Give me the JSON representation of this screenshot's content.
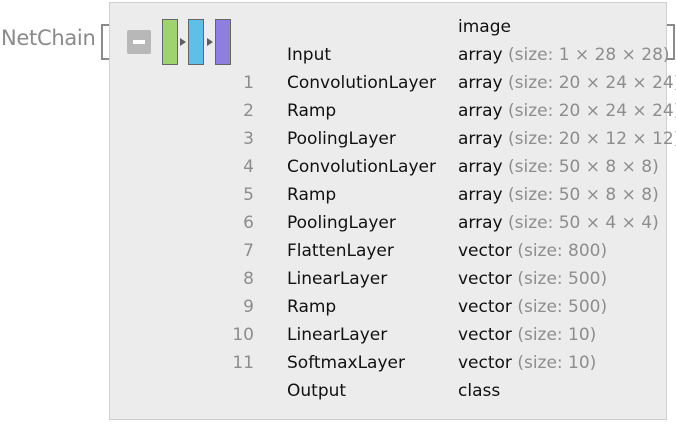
{
  "head": "NetChain",
  "palette": {
    "c1": "#9fd36f",
    "c2": "#5fbfe6",
    "c3": "#8e7ee0"
  },
  "header_row": {
    "type": "image"
  },
  "rows": [
    {
      "num": "",
      "name": "Input",
      "type": "array",
      "size": "(size: 1 × 28 × 28)"
    },
    {
      "num": "1",
      "name": "ConvolutionLayer",
      "type": "array",
      "size": "(size: 20 × 24 × 24)"
    },
    {
      "num": "2",
      "name": "Ramp",
      "type": "array",
      "size": "(size: 20 × 24 × 24)"
    },
    {
      "num": "3",
      "name": "PoolingLayer",
      "type": "array",
      "size": "(size: 20 × 12 × 12)"
    },
    {
      "num": "4",
      "name": "ConvolutionLayer",
      "type": "array",
      "size": "(size: 50 × 8 × 8)"
    },
    {
      "num": "5",
      "name": "Ramp",
      "type": "array",
      "size": "(size: 50 × 8 × 8)"
    },
    {
      "num": "6",
      "name": "PoolingLayer",
      "type": "array",
      "size": "(size: 50 × 4 × 4)"
    },
    {
      "num": "7",
      "name": "FlattenLayer",
      "type": "vector",
      "size": "(size: 800)"
    },
    {
      "num": "8",
      "name": "LinearLayer",
      "type": "vector",
      "size": "(size: 500)"
    },
    {
      "num": "9",
      "name": "Ramp",
      "type": "vector",
      "size": "(size: 500)"
    },
    {
      "num": "10",
      "name": "LinearLayer",
      "type": "vector",
      "size": "(size: 10)"
    },
    {
      "num": "11",
      "name": "SoftmaxLayer",
      "type": "vector",
      "size": "(size: 10)"
    },
    {
      "num": "",
      "name": "Output",
      "type": "class",
      "size": ""
    }
  ]
}
